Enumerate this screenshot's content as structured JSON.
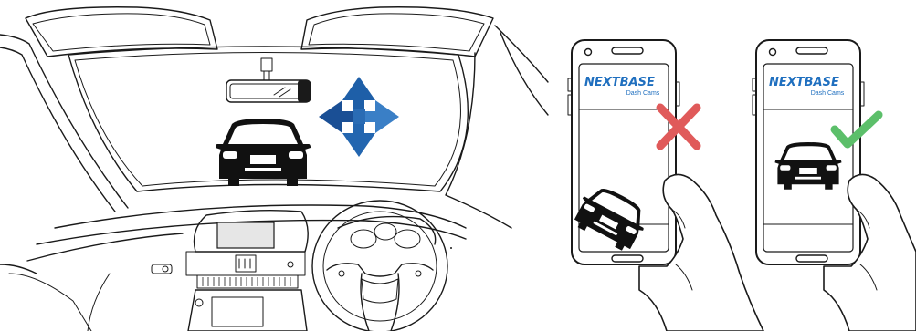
{
  "phones": [
    {
      "brand": "NEXTBASE",
      "sub": "Dash Cams",
      "verdict": "incorrect"
    },
    {
      "brand": "NEXTBASE",
      "sub": "Dash Cams",
      "verdict": "correct"
    }
  ],
  "colors": {
    "line": "#1a1a1a",
    "arrow_up": "#1e5fa8",
    "arrow_left": "#1a4f95",
    "arrow_right": "#3a7fc6",
    "arrow_down": "#2366b0",
    "brand_blue": "#1f6fbf",
    "cross": "#e05a5a",
    "check": "#5cbf6a",
    "screen_gray": "#e6e6e6"
  },
  "icons": [
    "move-arrows-icon",
    "car-icon",
    "cross-icon",
    "check-icon",
    "hand-icon"
  ]
}
